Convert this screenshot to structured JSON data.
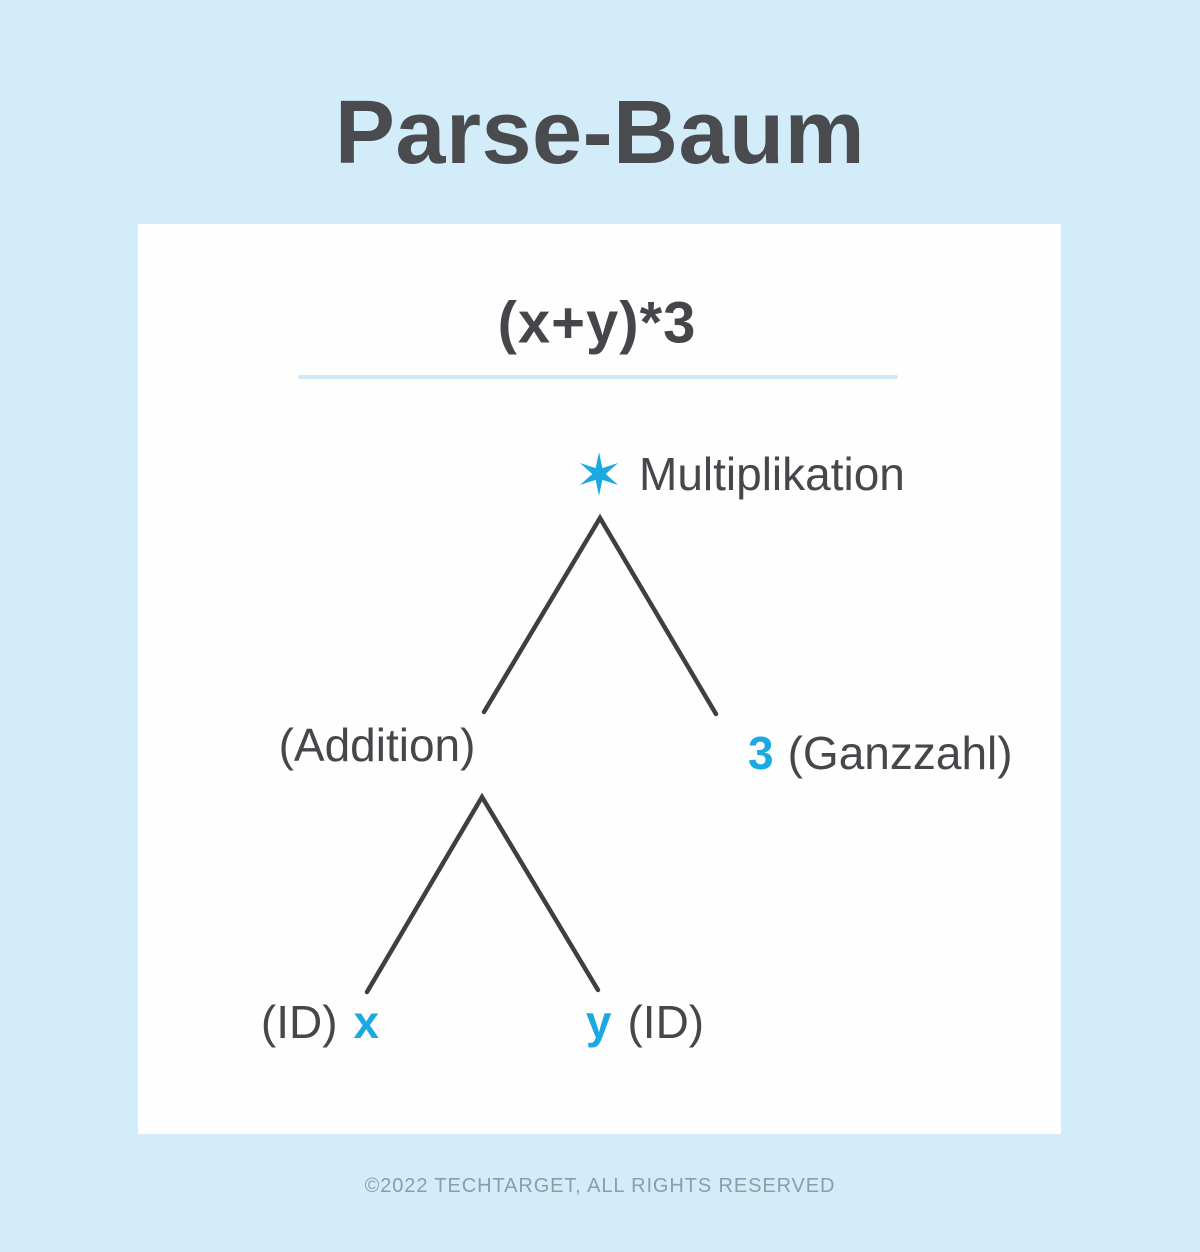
{
  "title": "Parse-Baum",
  "card": {
    "expression": "(x+y)*3",
    "tree": {
      "root": {
        "symbol": "asterisk-star",
        "label": "Multiplikation"
      },
      "left": {
        "label": "(Addition)"
      },
      "right": {
        "value": "3",
        "label": "(Ganzzahl)"
      },
      "leaf_left": {
        "label": "(ID)",
        "value": "x"
      },
      "leaf_right": {
        "value": "y",
        "label": "(ID)"
      }
    }
  },
  "footer": "©2022 TECHTARGET, ALL RIGHTS RESERVED",
  "colors": {
    "background": "#d3ecf9",
    "card": "#fefefe",
    "text_dark": "#45474b",
    "title_dark": "#4a4b4f",
    "accent_blue": "#1ba9e2",
    "edge_line": "#3d4043",
    "divider": "#cfe9f7",
    "footer_text": "#8d9da6"
  }
}
